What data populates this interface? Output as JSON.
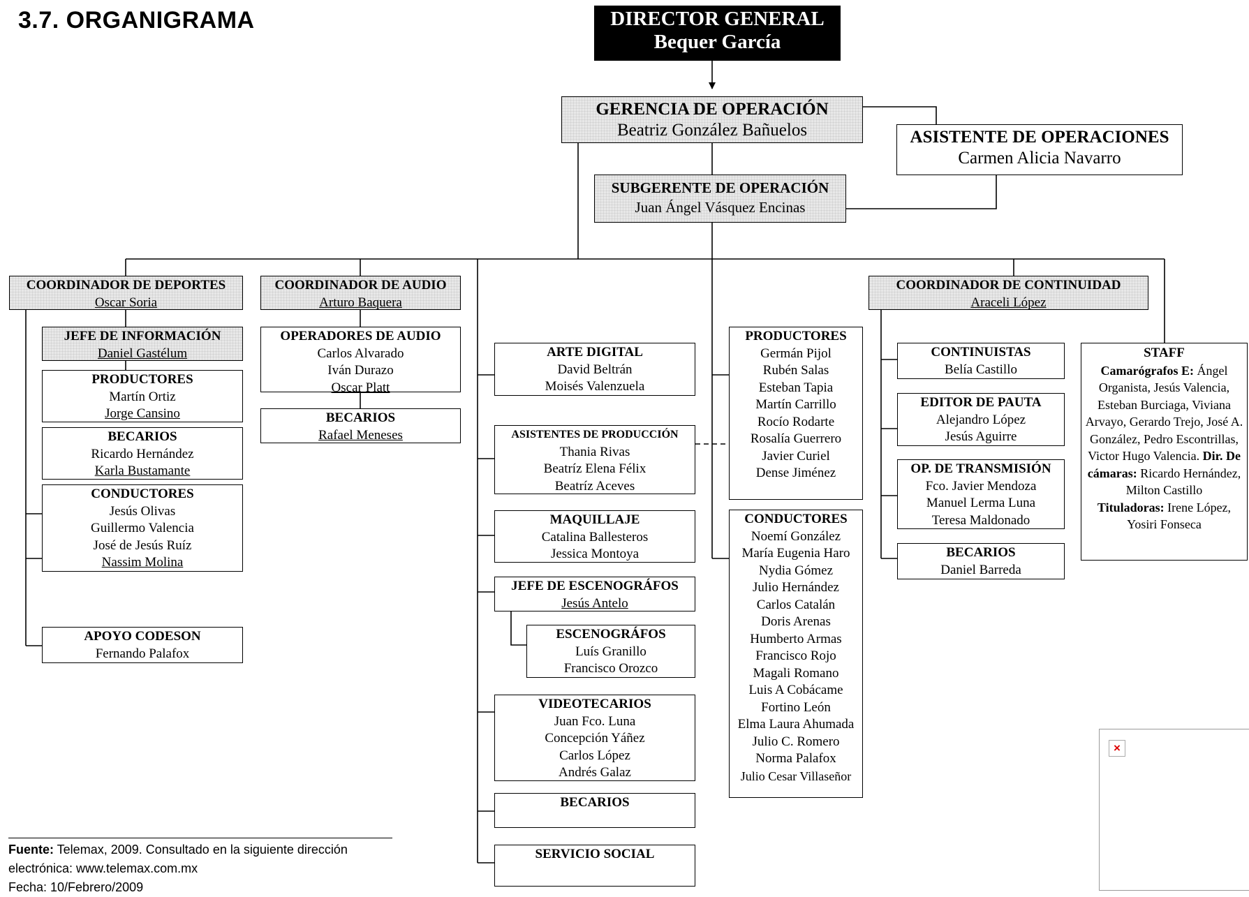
{
  "page": {
    "heading": "3.7. ORGANIGRAMA",
    "footer": {
      "label": "Fuente:",
      "line1": " Telemax, 2009. Consultado en la siguiente dirección",
      "line2": "electrónica: www.telemax.com.mx",
      "line3": "Fecha: 10/Febrero/2009"
    }
  },
  "org": {
    "director": {
      "title": "DIRECTOR GENERAL",
      "name": "Bequer García"
    },
    "gerencia": {
      "title": "GERENCIA DE OPERACIÓN",
      "name": "Beatriz González Bañuelos"
    },
    "asistente": {
      "title": "ASISTENTE DE OPERACIONES",
      "name": "Carmen Alicia Navarro"
    },
    "subgerente": {
      "title": "SUBGERENTE DE OPERACIÓN",
      "name": "Juan Ángel Vásquez Encinas"
    },
    "deportes": {
      "coord": {
        "title": "COORDINADOR DE DEPORTES",
        "name": "Oscar Soria"
      },
      "jefe": {
        "title": "JEFE DE INFORMACIÓN",
        "name": "Daniel  Gastélum"
      },
      "productores": {
        "title": "PRODUCTORES",
        "names": [
          "Martín Ortiz",
          "Jorge Cansino"
        ]
      },
      "becarios": {
        "title": "BECARIOS",
        "names": [
          "Ricardo Hernández",
          "Karla Bustamante"
        ]
      },
      "conductores": {
        "title": "CONDUCTORES",
        "names": [
          "Jesús Olivas",
          "Guillermo Valencia",
          "José de Jesús Ruíz",
          "Nassim Molina"
        ]
      },
      "apoyo": {
        "title": "APOYO CODESON",
        "name": "Fernando Palafox"
      }
    },
    "audio": {
      "coord": {
        "title": "COORDINADOR DE AUDIO",
        "name": "Arturo Baquera"
      },
      "operadores": {
        "title": "OPERADORES DE AUDIO",
        "names": [
          "Carlos Alvarado",
          "Iván Durazo",
          "Oscar Platt"
        ]
      },
      "becarios": {
        "title": "BECARIOS",
        "name": "Rafael Meneses"
      }
    },
    "produccion": {
      "arte": {
        "title": "ARTE DIGITAL",
        "names": [
          "David Beltrán",
          "Moisés Valenzuela"
        ]
      },
      "asistentes": {
        "title": "ASISTENTES DE PRODUCCIÓN",
        "names": [
          "Thania Rivas",
          "Beatríz Elena Félix",
          "Beatríz Aceves"
        ]
      },
      "maquillaje": {
        "title": "MAQUILLAJE",
        "names": [
          "Catalina Ballesteros",
          "Jessica Montoya"
        ]
      },
      "jefe_esc": {
        "title": "JEFE DE ESCENOGRÁFOS",
        "name": "Jesús Antelo"
      },
      "escenografos": {
        "title": "ESCENOGRÁFOS",
        "names": [
          "Luís Granillo",
          "Francisco Orozco"
        ]
      },
      "videotecarios": {
        "title": "VIDEOTECARIOS",
        "names": [
          "Juan Fco. Luna",
          "Concepción Yáñez",
          "Carlos López",
          "Andrés Galaz"
        ]
      },
      "becarios": {
        "title": "BECARIOS"
      },
      "servicio": {
        "title": "SERVICIO SOCIAL"
      }
    },
    "talento": {
      "productores": {
        "title": "PRODUCTORES",
        "names": [
          "Germán Pijol",
          "Rubén Salas",
          "Esteban Tapia",
          "Martín Carrillo",
          "Rocío Rodarte",
          "Rosalía Guerrero",
          "Javier Curiel",
          "Dense Jiménez"
        ]
      },
      "conductores": {
        "title": "CONDUCTORES",
        "names": [
          "Noemí González",
          "María Eugenia Haro",
          "Nydia Gómez",
          "Julio Hernández",
          "Carlos Catalán",
          "Doris Arenas",
          "Humberto Armas",
          "Francisco Rojo",
          "Magali Romano",
          "Luis A Cobácame",
          "Fortino León",
          "Elma Laura Ahumada",
          "Julio C. Romero",
          "Norma Palafox",
          "Julio Cesar Villaseñor"
        ]
      }
    },
    "continuidad": {
      "coord": {
        "title": "COORDINADOR DE CONTINUIDAD",
        "name": "Araceli López"
      },
      "continuistas": {
        "title": "CONTINUISTAS",
        "name": "Belía Castillo"
      },
      "editor": {
        "title": "EDITOR DE PAUTA",
        "names": [
          "Alejandro López",
          "Jesús Aguirre"
        ]
      },
      "transmision": {
        "title": "OP. DE TRANSMISIÓN",
        "names": [
          "Fco. Javier Mendoza",
          "Manuel Lerma Luna",
          "Teresa Maldonado"
        ]
      },
      "becarios": {
        "title": "BECARIOS",
        "name": "Daniel Barreda"
      }
    },
    "staff": {
      "title": "STAFF",
      "cam_label": "Camarógrafos E:",
      "cam_names": " Ángel Organista, Jesús Valencia, Esteban Burciaga, Viviana Arvayo, Gerardo Trejo, José A. González, Pedro Escontrillas, Victor Hugo Valencia.",
      "dir_label": " Dir. De cámaras:",
      "dir_names": " Ricardo Hernández, Milton Castillo",
      "tit_label": "Tituladoras:",
      "tit_names": " Irene López, Yosiri Fonseca"
    }
  }
}
